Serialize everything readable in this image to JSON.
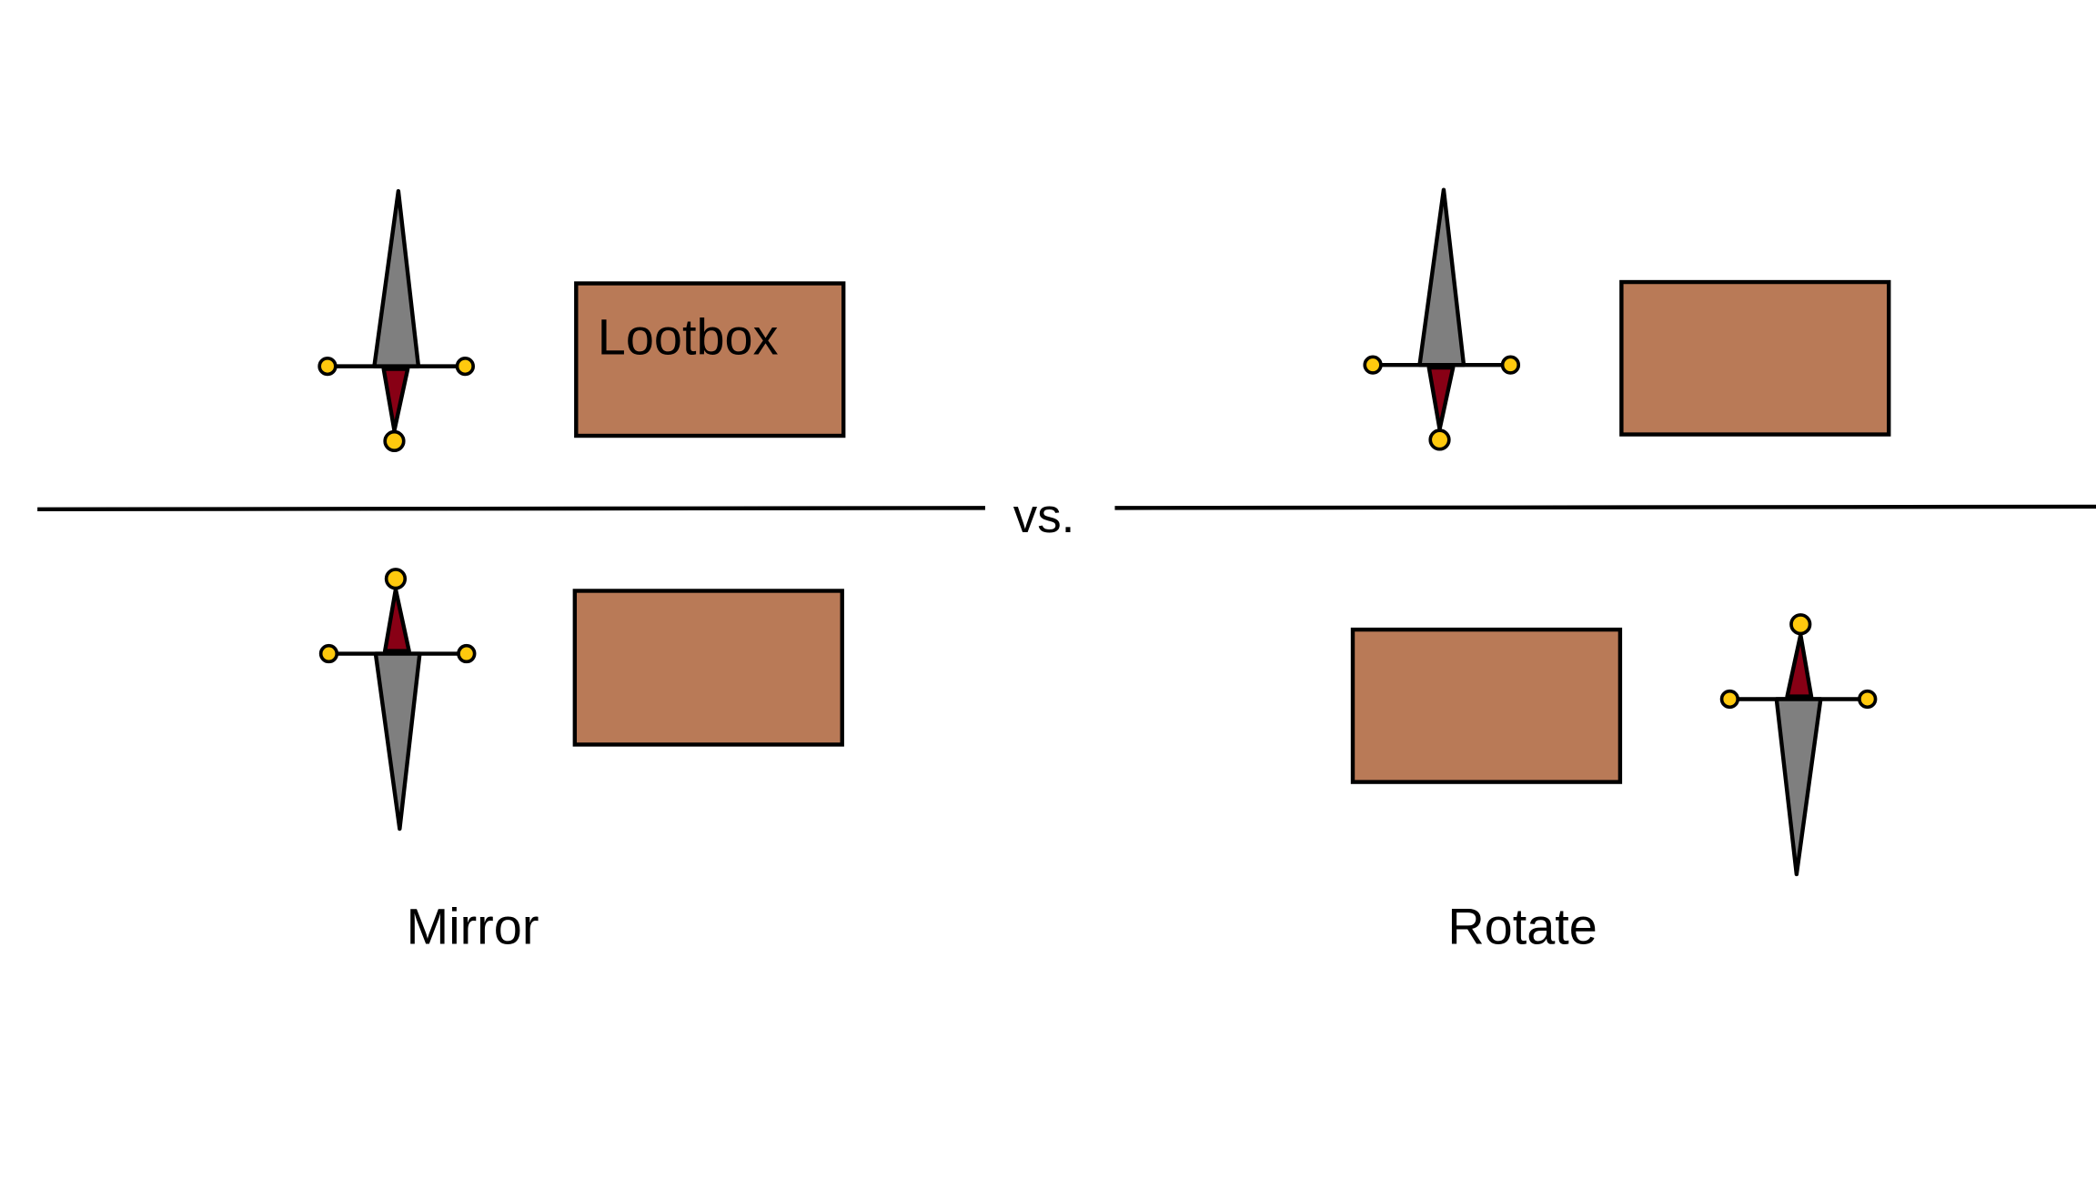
{
  "labels": {
    "lootbox": "Lootbox",
    "vs": "vs.",
    "mirror": "Mirror",
    "rotate": "Rotate"
  },
  "colors": {
    "box_fill": "#b97a57",
    "blade": "#7f7f7f",
    "handle": "#880015",
    "pommel": "#ffc90e",
    "outline": "#000000"
  }
}
